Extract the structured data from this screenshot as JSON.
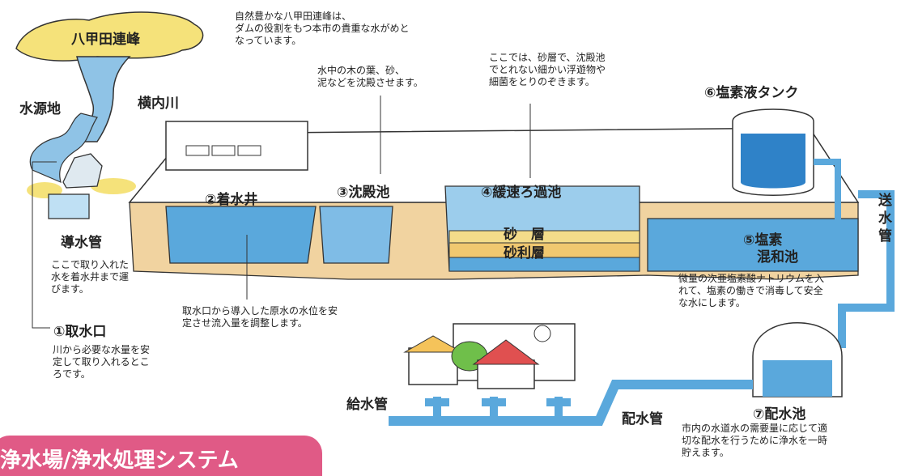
{
  "colors": {
    "water": "#5aa8dc",
    "water_light": "#bfe0f4",
    "ground": "#f1d3a0",
    "tree": "#f5e27a",
    "banner": "#e05a86"
  },
  "labels": {
    "mountain": "八甲田連峰",
    "source": "水源地",
    "river": "横内川",
    "intake": "①取水口",
    "receiving_well": "②着水井",
    "settling_pond": "③沈殿池",
    "slow_filter": "④緩速ろ過池",
    "chlorine_mixing_1": "⑤塩素",
    "chlorine_mixing_2": "混和池",
    "chlorine_tank": "⑥塩素液タンク",
    "distribution_reservoir": "⑦配水池",
    "conduit": "導水管",
    "sand_layer": "砂　層",
    "gravel_layer": "砂利層",
    "transmission_1": "送",
    "transmission_2": "水",
    "transmission_3": "管",
    "distribution_pipe": "配水管",
    "service_pipe": "給水管"
  },
  "descriptions": {
    "mountain": "自然豊かな八甲田連峰は、\nダムの役割をもつ本市の貴重な水がめと\nなっています。",
    "settling": "水中の木の葉、砂、\n泥などを沈殿させます。",
    "filter": "ここでは、砂層で、沈殿池\nでとれない細かい浮遊物や\n細菌をとりのぞきます。",
    "conduit": "ここで取り入れた\n水を着水井まで運\nびます。",
    "receiving_well": "取水口から導入した原水の水位を安\n定させ流入量を調整します。",
    "intake": "川から必要な水量を安\n定して取り入れるとこ\nろです。",
    "chlorine": "微量の次亜塩素酸ナトリウムを入\nれて、塩素の働きで消毒して安全\nな水にします。",
    "reservoir": "市内の水道水の需要量に応じて適\n切な配水を行うために浄水を一時\n貯えます。"
  },
  "banner": {
    "title": "浄水場/浄水処理システム"
  }
}
